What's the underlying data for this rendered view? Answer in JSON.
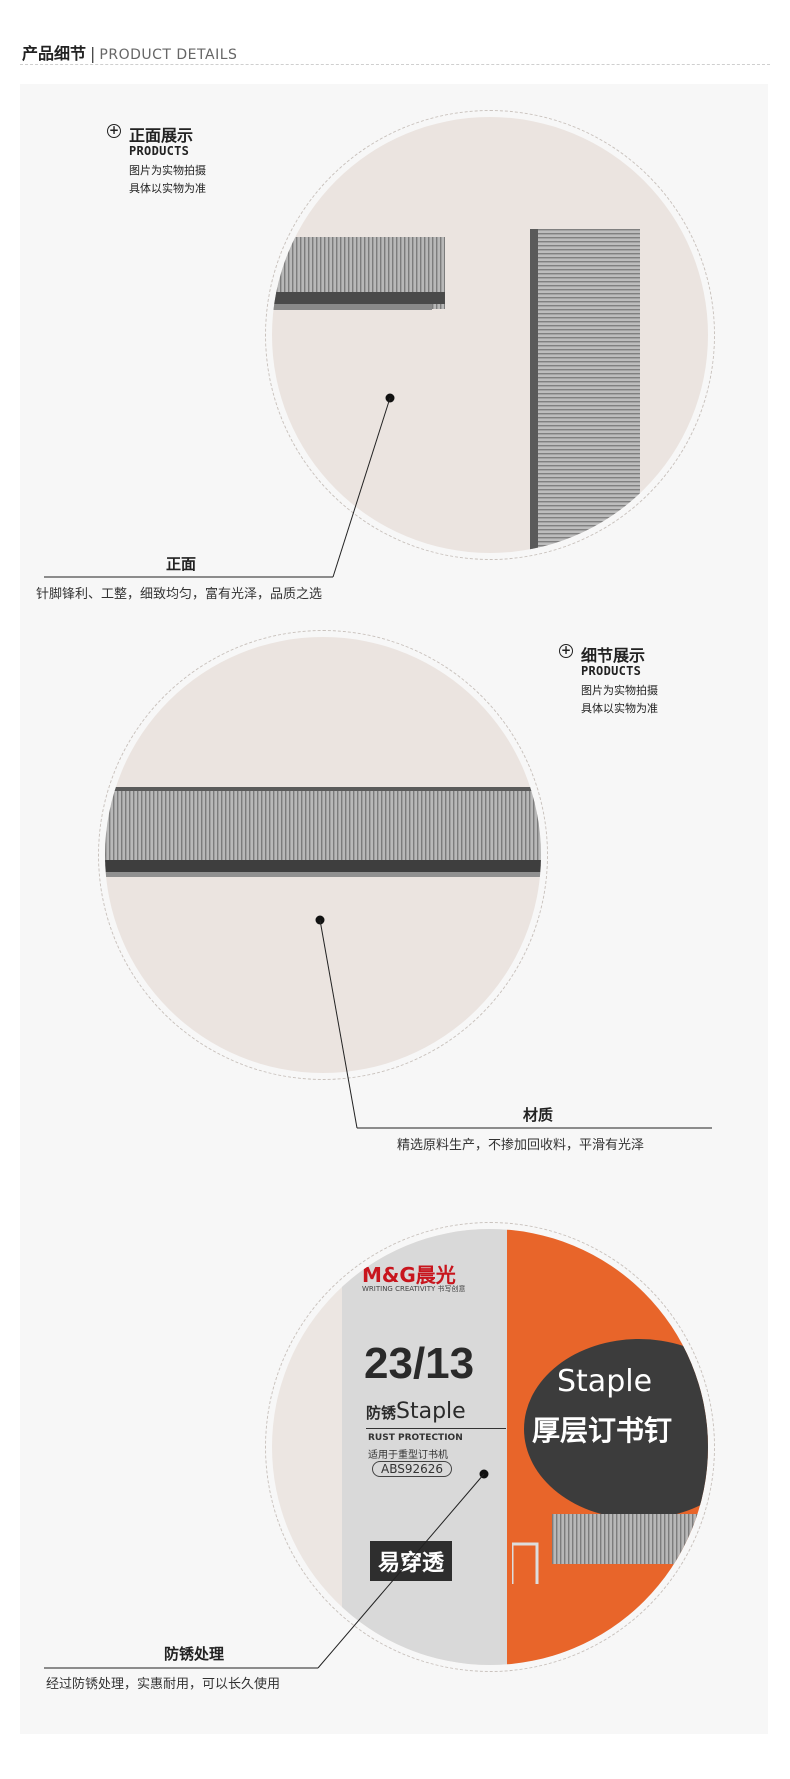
{
  "header": {
    "title_cn": "产品细节",
    "separator": "|",
    "title_en": "PRODUCT DETAILS"
  },
  "section1": {
    "badge_title": "正面展示",
    "badge_en": "PRODUCTS",
    "badge_line1": "图片为实物拍摄",
    "badge_line2": "具体以实物为准",
    "title": "正面",
    "desc": "针脚锋利、工整，细致均匀，富有光泽，品质之选"
  },
  "section2": {
    "badge_title": "细节展示",
    "badge_en": "PRODUCTS",
    "badge_line1": "图片为实物拍摄",
    "badge_line2": "具体以实物为准",
    "title": "材质",
    "desc": "精选原料生产，不掺加回收料，平滑有光泽"
  },
  "section3": {
    "title": "防锈处理",
    "desc": "经过防锈处理，实惠耐用，可以长久使用",
    "box": {
      "brand": "M&G晨光",
      "tagline": "WRITING CREATIVITY",
      "tagline_cn": "书写创意",
      "size": "23/13",
      "rust_cn": "防锈",
      "staple_word": "Staple",
      "rust_en": "RUST PROTECTION",
      "use": "适用于重型订书机",
      "code": "ABS92626",
      "easy": "易穿透",
      "side_en": "Staple",
      "side_cn": "厚层订书钉"
    }
  },
  "colors": {
    "circle_bg": "#ebe4e0",
    "panel_bg": "#f7f7f7",
    "box_orange": "#e8652a",
    "box_red": "#c8151d"
  }
}
